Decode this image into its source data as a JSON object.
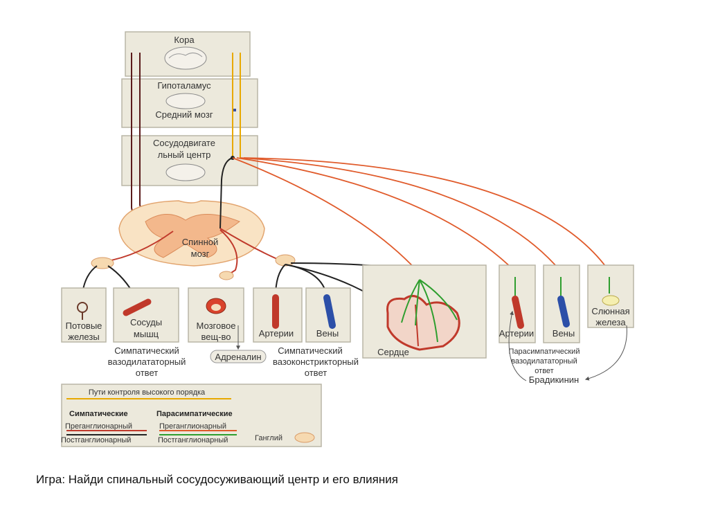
{
  "brain": {
    "cortex": "Кора",
    "hypothalamus": "Гипоталамус",
    "midbrain": "Средний мозг",
    "vasomotor_1": "Сосудодвигате",
    "vasomotor_2": "льный центр"
  },
  "spinal": {
    "line1": "Спинной",
    "line2": "мозг"
  },
  "organs": {
    "sweat_1": "Потовые",
    "sweat_2": "железы",
    "muscle_1": "Сосуды",
    "muscle_2": "мышц",
    "medulla_1": "Мозговое",
    "medulla_2": "вещ-во",
    "arteries": "Артерии",
    "veins": "Вены",
    "heart": "Сердце",
    "p_arteries": "Артерии",
    "p_veins": "Вены",
    "salivary_1": "Слюнная",
    "salivary_2": "железа"
  },
  "responses": {
    "symp_dil_1": "Симпатический",
    "symp_dil_2": "вазодилататорный",
    "symp_dil_3": "ответ",
    "adrenaline": "Адреналин",
    "symp_con_1": "Симпатический",
    "symp_con_2": "вазоконстрикторный",
    "symp_con_3": "ответ",
    "para_1": "Парасимпатический",
    "para_2": "вазодилататорный",
    "para_3": "ответ",
    "bradykinin": "Брадикинин"
  },
  "legend": {
    "higher_paths": "Пути контроля высокого порядка",
    "sympathetic": "Симпатические",
    "parasympathetic": "Парасимпатические",
    "preganglionic_s": "Преганглионарный",
    "postganglionic_s": "Постганглионарный",
    "preganglionic_p": "Преганглионарный",
    "postganglionic_p": "Постганглионарный",
    "ganglion": "Ганглий"
  },
  "colors": {
    "higher": "#e8a800",
    "symp_pre": "#c0392b",
    "post": "#222222",
    "para_post": "#2e9e2e",
    "ganglion": "#f6d9b0"
  },
  "caption": "Игра: Найди спинальный сосудосуживающий центр и его влияния"
}
